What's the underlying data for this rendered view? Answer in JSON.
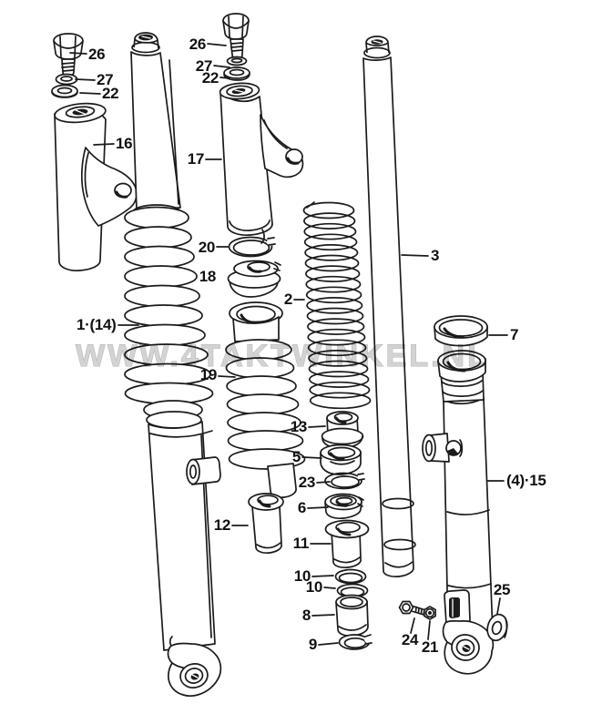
{
  "diagram": {
    "kind": "exploded-parts-line-drawing",
    "background": "#ffffff",
    "line_color": "#1b1b1b"
  },
  "watermark": {
    "text": "WWW.4TAKTWINKEL.NL",
    "color": "#c8c8c8"
  },
  "labels": [
    {
      "id": "bolt-left",
      "text": "26"
    },
    {
      "id": "washer-small-left",
      "text": "27"
    },
    {
      "id": "washer-flat-left",
      "text": "22"
    },
    {
      "id": "upper-cover-left",
      "text": "16"
    },
    {
      "id": "bolt-right",
      "text": "26"
    },
    {
      "id": "washer-small-right",
      "text": "27"
    },
    {
      "id": "washer-flat-right",
      "text": "22"
    },
    {
      "id": "upper-cover-right",
      "text": "17"
    },
    {
      "id": "stopper-ring",
      "text": "20"
    },
    {
      "id": "seal-holder",
      "text": "18"
    },
    {
      "id": "spring",
      "text": "2"
    },
    {
      "id": "fork-leg-assembly",
      "text": "1·(14)"
    },
    {
      "id": "boot",
      "text": "19"
    },
    {
      "id": "fork-tube",
      "text": "3"
    },
    {
      "id": "outer-ring",
      "text": "7"
    },
    {
      "id": "bushing-13",
      "text": "13"
    },
    {
      "id": "guide-5",
      "text": "5"
    },
    {
      "id": "ring-23",
      "text": "23"
    },
    {
      "id": "seal-6",
      "text": "6"
    },
    {
      "id": "bushing-11",
      "text": "11"
    },
    {
      "id": "ring-10-upper",
      "text": "10"
    },
    {
      "id": "ring-10-lower",
      "text": "10"
    },
    {
      "id": "spacer-8",
      "text": "8"
    },
    {
      "id": "ring-9",
      "text": "9"
    },
    {
      "id": "bushing-12",
      "text": "12"
    },
    {
      "id": "screw-24",
      "text": "24"
    },
    {
      "id": "nut-21",
      "text": "21"
    },
    {
      "id": "washer-25",
      "text": "25"
    },
    {
      "id": "bottom-case-right",
      "text": "(4)·15"
    }
  ]
}
